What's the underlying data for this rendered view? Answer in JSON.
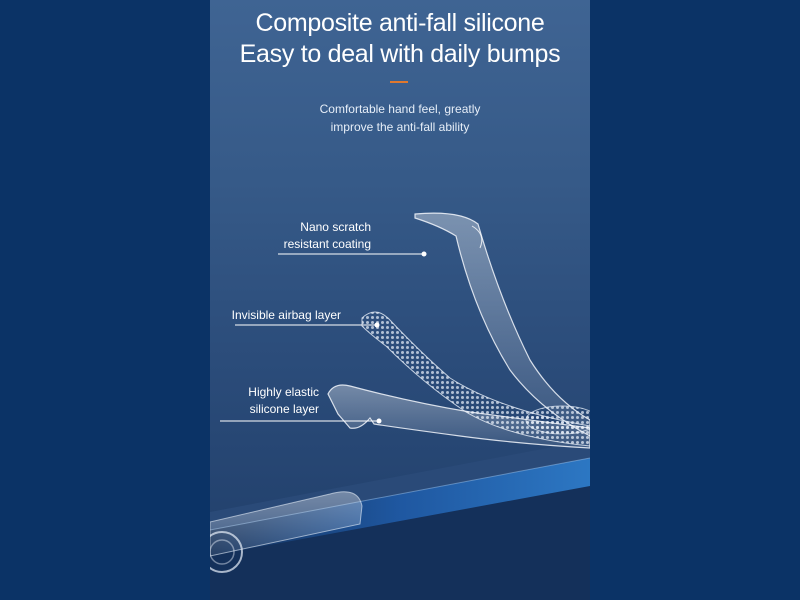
{
  "heading": {
    "line1": "Composite anti-fall silicone",
    "line2": "Easy to deal with daily bumps"
  },
  "subheading": {
    "line1": "Comfortable hand feel, greatly",
    "line2": "improve the anti-fall ability"
  },
  "callouts": [
    {
      "line1": "Nano scratch",
      "line2": "resistant coating"
    },
    {
      "line1": "Invisible airbag layer"
    },
    {
      "line1": "Highly elastic",
      "line2": "silicone layer"
    }
  ],
  "colors": {
    "background": "#0b3366",
    "panel": "#365a88",
    "accent": "#e0782e",
    "text": "#ffffff"
  }
}
